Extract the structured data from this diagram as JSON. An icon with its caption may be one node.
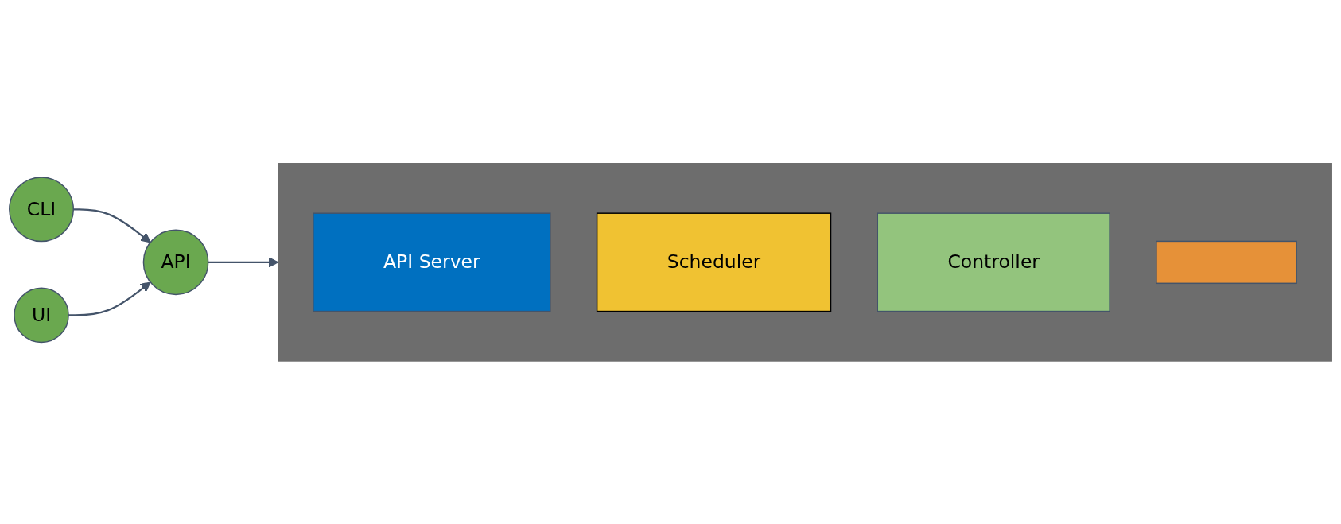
{
  "diagram": {
    "nodes": [
      {
        "text": [
          "CLI"
        ]
      },
      {
        "text": [
          "UI"
        ]
      },
      {
        "text": [
          "API"
        ]
      },
      {
        "text": [],
        "shape": "box"
      },
      {
        "text": [
          "API Server"
        ],
        "in": 3
      },
      {
        "text": [
          "Scheduler"
        ],
        "in": 3
      },
      {
        "text": [
          "Controller"
        ],
        "in": 3
      },
      {
        "text": [],
        "shape": "bar",
        "in": 3
      }
    ],
    "edges": [
      {
        "from": 0,
        "to": 2,
        "arrow": "to"
      },
      {
        "from": 1,
        "to": 2,
        "arrow": "to"
      },
      {
        "from": 2,
        "to": 3,
        "arrow": "to"
      }
    ]
  }
}
